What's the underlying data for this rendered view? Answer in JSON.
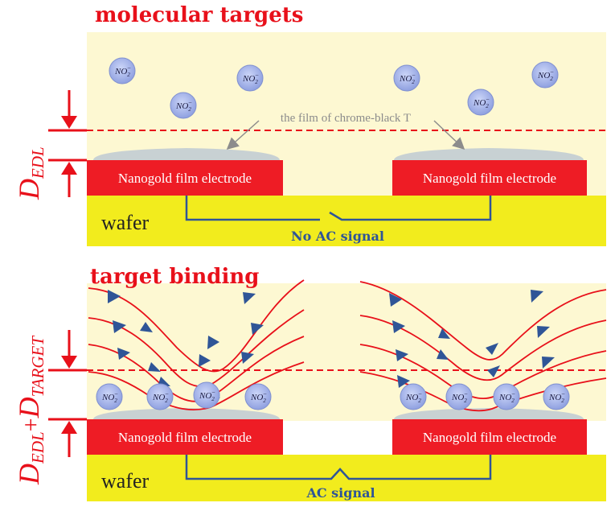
{
  "panel_top": {
    "title": "molecular targets",
    "film_label": "the film of chrome-black T",
    "electrode_left_label": "Nanogold film electrode",
    "electrode_right_label": "Nanogold film electrode",
    "wafer_label": "wafer",
    "signal_label": "No AC signal",
    "ion_label": "NO",
    "ion_sub": "2",
    "ion_sup": "−"
  },
  "panel_bottom": {
    "title": "target binding",
    "electrode_left_label": "Nanogold film electrode",
    "electrode_right_label": "Nanogold film electrode",
    "wafer_label": "wafer",
    "signal_label": "AC signal",
    "ion_label": "NO",
    "ion_sub": "2",
    "ion_sup": "−"
  },
  "dim_top": {
    "main": "D",
    "sub": "EDL"
  },
  "dim_bottom": {
    "main": "D",
    "sub": "EDL",
    "plus": "+",
    "main2": "D",
    "sub2": "TARGET"
  },
  "colors": {
    "background_zone": "#fdf8d2",
    "electrode": "#ee1c25",
    "wafer": "#f2ec1d",
    "film": "#c8d1d3",
    "ion_fill": "#a7b5ea",
    "circuit": "#2f5597",
    "field_line": "#e8101a",
    "arrow": "#2f5597"
  }
}
